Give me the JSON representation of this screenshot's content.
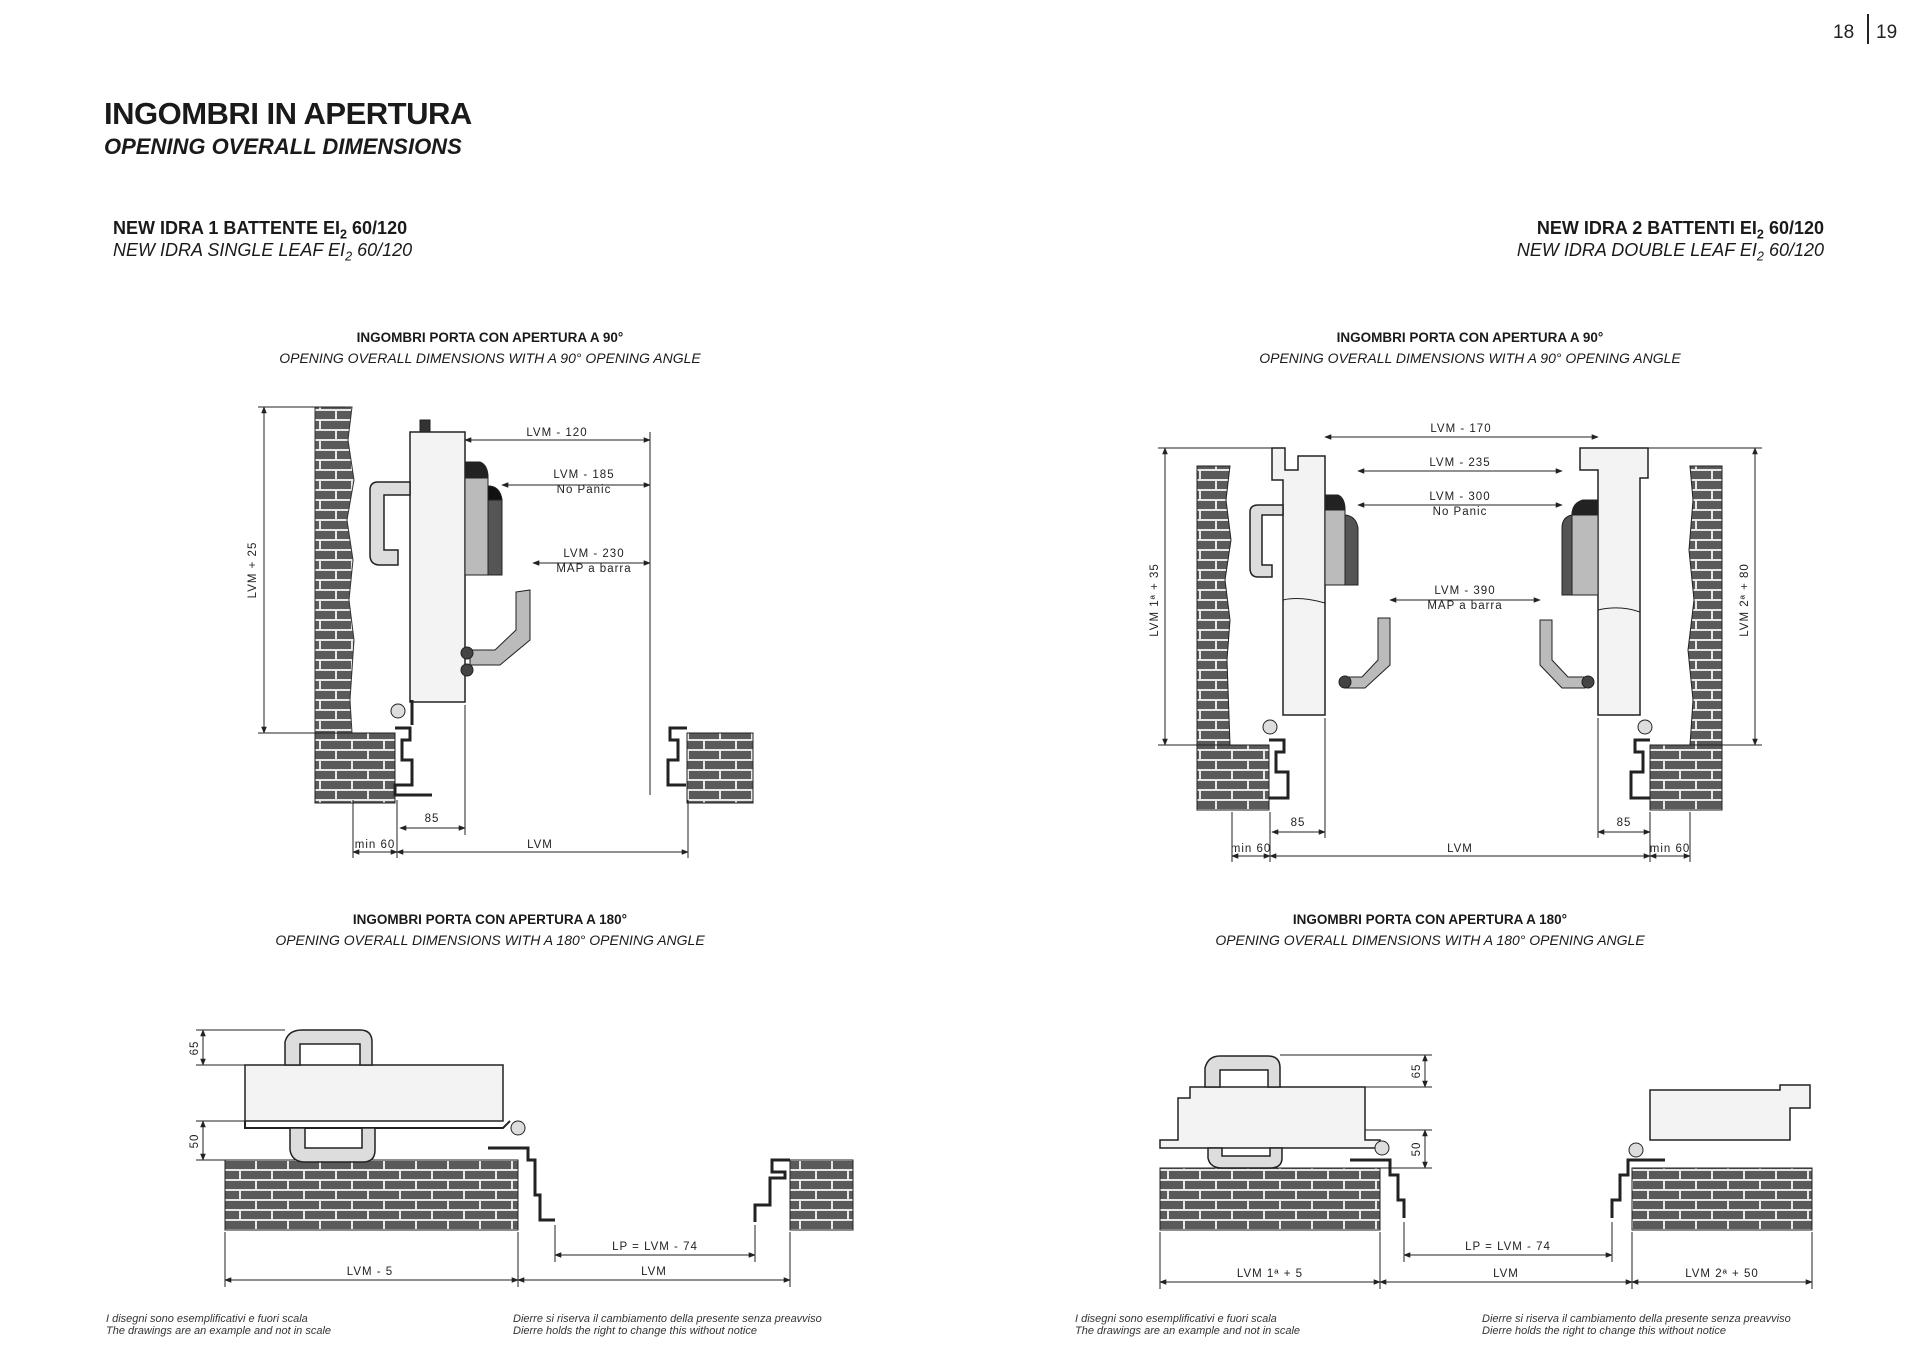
{
  "pages": {
    "left": "18",
    "right": "19"
  },
  "header": {
    "title": "INGOMBRI IN APERTURA",
    "subtitle": "OPENING OVERALL DIMENSIONS"
  },
  "single": {
    "name_it_pre": "NEW IDRA 1 BATTENTE EI",
    "name_it_post": " 60/120",
    "name_en_pre": "NEW IDRA SINGLE LEAF EI",
    "name_en_post": " 60/120",
    "sub": "2"
  },
  "double": {
    "name_it_pre": "NEW IDRA 2 BATTENTI EI",
    "name_it_post": " 60/120",
    "name_en_pre": "NEW IDRA DOUBLE LEAF EI",
    "name_en_post": " 60/120",
    "sub": "2"
  },
  "sections": {
    "open90_it": "INGOMBRI PORTA CON APERTURA A 90°",
    "open90_en": "OPENING OVERALL DIMENSIONS WITH A 90° OPENING ANGLE",
    "open180_it": "INGOMBRI PORTA CON APERTURA A 180°",
    "open180_en": "OPENING OVERALL DIMENSIONS WITH A 180° OPENING ANGLE"
  },
  "dims_single_90": {
    "d1": "LVM - 120",
    "d2": "LVM - 185",
    "d2b": "No Panic",
    "d3": "LVM - 230",
    "d3b": "MAP a barra",
    "height": "LVM + 25",
    "w85": "85",
    "min": "min 60",
    "lvm": "LVM"
  },
  "dims_double_90": {
    "d1": "LVM - 170",
    "d2": "LVM - 235",
    "d3": "LVM - 300",
    "d3b": "No Panic",
    "d4": "LVM - 390",
    "d4b": "MAP a barra",
    "hleft": "LVM 1ª + 35",
    "hright": "LVM 2ª + 80",
    "w85a": "85",
    "w85b": "85",
    "mina": "min 60",
    "minb": "min 60",
    "lvm": "LVM"
  },
  "dims_single_180": {
    "h65": "65",
    "h50": "50",
    "lp": "LP = LVM - 74",
    "lvm5": "LVM - 5",
    "lvm": "LVM"
  },
  "dims_double_180": {
    "h65": "65",
    "h50": "50",
    "lp": "LP = LVM - 74",
    "lvm1": "LVM 1ª + 5",
    "lvm": "LVM",
    "lvm2": "LVM 2ª + 50"
  },
  "notes": {
    "scale_it": "I disegni sono esemplificativi e fuori scala",
    "scale_en": "The drawings are an example and not in scale",
    "rights_it": "Dierre si riserva il cambiamento della presente senza preavviso",
    "rights_en": "Dierre holds the right to change this without notice"
  },
  "colors": {
    "brick": "#5a5a5a",
    "mortar": "#e8e8e8",
    "door": "#f0f0f0",
    "line": "#222222"
  }
}
